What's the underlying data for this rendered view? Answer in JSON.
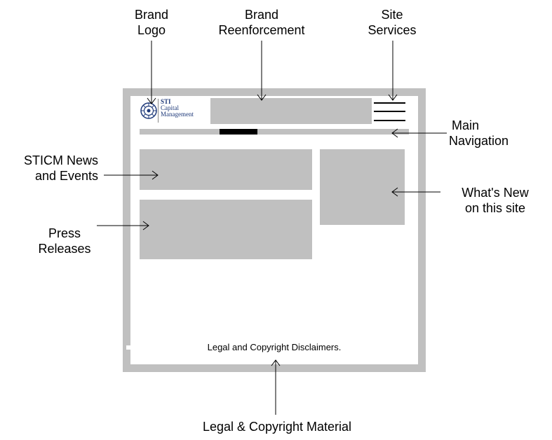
{
  "callouts": {
    "brand_logo": [
      "Brand",
      "Logo"
    ],
    "brand_reinforcement": [
      "Brand",
      "Reenforcement"
    ],
    "site_services": [
      "Site",
      "Services"
    ],
    "main_navigation": [
      "Main",
      "Navigation"
    ],
    "news_events": [
      "STICM News",
      "and Events"
    ],
    "whats_new": [
      "What's New",
      "on this site"
    ],
    "press_releases": [
      "Press",
      "Releases"
    ],
    "legal_material": "Legal & Copyright Material"
  },
  "page_mock": {
    "logo_text": [
      "STI",
      "Capital",
      "Management"
    ],
    "legal_text": "Legal and Copyright Disclaimers."
  },
  "colors": {
    "placeholder_grey": "#c0c0c0",
    "nav_highlight": "#000000",
    "logo_blue": "#1f3a7a"
  }
}
